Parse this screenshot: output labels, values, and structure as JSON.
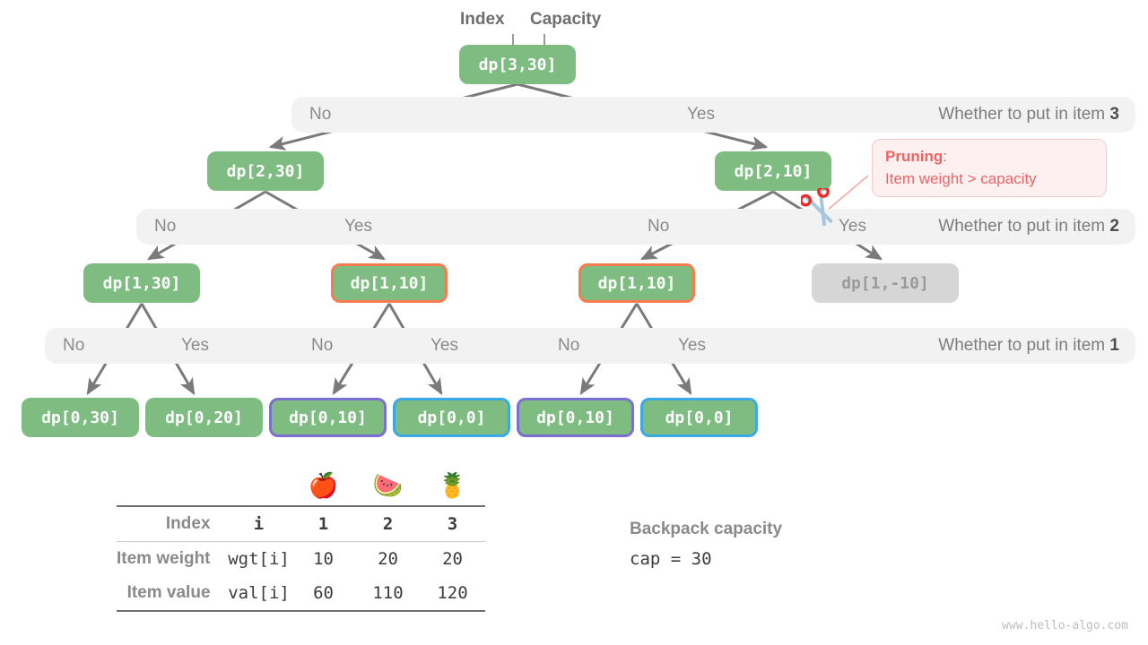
{
  "annotations": {
    "index_label": "Index",
    "capacity_label": "Capacity"
  },
  "tree": {
    "root": {
      "label": "dp[3,30]"
    },
    "level2": [
      {
        "label": "dp[2,30]",
        "style": "plain"
      },
      {
        "label": "dp[2,10]",
        "style": "plain"
      }
    ],
    "level3": [
      {
        "label": "dp[1,30]",
        "style": "plain"
      },
      {
        "label": "dp[1,10]",
        "style": "orange"
      },
      {
        "label": "dp[1,10]",
        "style": "orange"
      },
      {
        "label": "dp[1,-10]",
        "style": "muted"
      }
    ],
    "level4": [
      {
        "label": "dp[0,30]",
        "style": "plain"
      },
      {
        "label": "dp[0,20]",
        "style": "plain"
      },
      {
        "label": "dp[0,10]",
        "style": "purple"
      },
      {
        "label": "dp[0,0]",
        "style": "blue"
      },
      {
        "label": "dp[0,10]",
        "style": "purple"
      },
      {
        "label": "dp[0,0]",
        "style": "blue"
      }
    ]
  },
  "decision_rows": [
    {
      "question_prefix": "Whether to put in item ",
      "question_item": "3",
      "choices": [
        "No",
        "Yes"
      ]
    },
    {
      "question_prefix": "Whether to put in item ",
      "question_item": "2",
      "choices": [
        "No",
        "Yes",
        "No",
        "Yes"
      ]
    },
    {
      "question_prefix": "Whether to put in item ",
      "question_item": "1",
      "choices": [
        "No",
        "Yes",
        "No",
        "Yes",
        "No",
        "Yes"
      ]
    }
  ],
  "pruning": {
    "title": "Pruning",
    "colon": ":",
    "reason": "Item weight > capacity",
    "icon": "scissors-icon",
    "color": "#ef6362"
  },
  "table": {
    "items_emoji": [
      "🍎",
      "🍉",
      "🍍"
    ],
    "rows": [
      {
        "label": "Index",
        "key": "i",
        "values": [
          "1",
          "2",
          "3"
        ]
      },
      {
        "label": "Item weight",
        "key": "wgt[i]",
        "values": [
          "10",
          "20",
          "20"
        ]
      },
      {
        "label": "Item value",
        "key": "val[i]",
        "values": [
          "60",
          "110",
          "120"
        ]
      }
    ]
  },
  "capacity": {
    "title": "Backpack capacity",
    "value": "cap = 30"
  },
  "footer": {
    "url": "www.hello-algo.com"
  },
  "colors": {
    "node_green": "#7fbc82",
    "node_muted": "#d6d6d6",
    "border_orange": "#f77b4f",
    "border_purple": "#7b6fd0",
    "border_blue": "#3ba9e3",
    "label_bar": "#f2f2f2",
    "edge": "#7a7a7a",
    "pruning_red": "#ef6362"
  }
}
